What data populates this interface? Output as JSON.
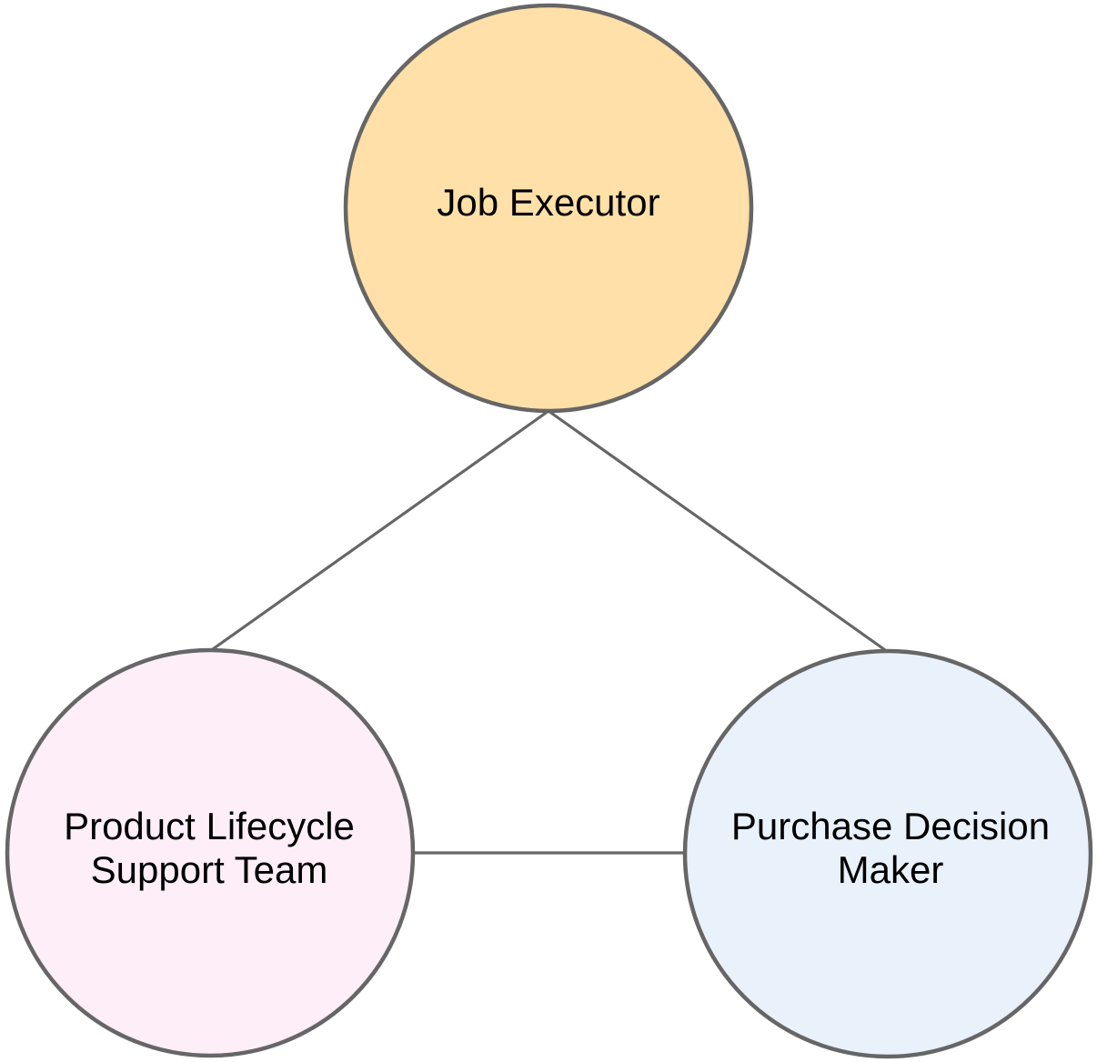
{
  "diagram": {
    "background_color": "#ffffff",
    "stroke_color": "#666666",
    "text_color": "#000000",
    "nodes": {
      "top": {
        "id": "job-executor",
        "label": "Job Executor",
        "lines": [
          "Job Executor"
        ],
        "fill": "#fee0a8"
      },
      "bottom_left": {
        "id": "product-lifecycle-support-team",
        "label": "Product Lifecycle Support Team",
        "lines": [
          "Product Lifecycle",
          "Support Team"
        ],
        "fill": "#fdeef8"
      },
      "bottom_right": {
        "id": "purchase-decision-maker",
        "label": "Purchase Decision Maker",
        "lines": [
          "Purchase Decision",
          "Maker"
        ],
        "fill": "#e9f1fb"
      }
    },
    "edges": [
      {
        "from": "job-executor",
        "to": "product-lifecycle-support-team"
      },
      {
        "from": "job-executor",
        "to": "purchase-decision-maker"
      },
      {
        "from": "product-lifecycle-support-team",
        "to": "purchase-decision-maker"
      }
    ]
  }
}
